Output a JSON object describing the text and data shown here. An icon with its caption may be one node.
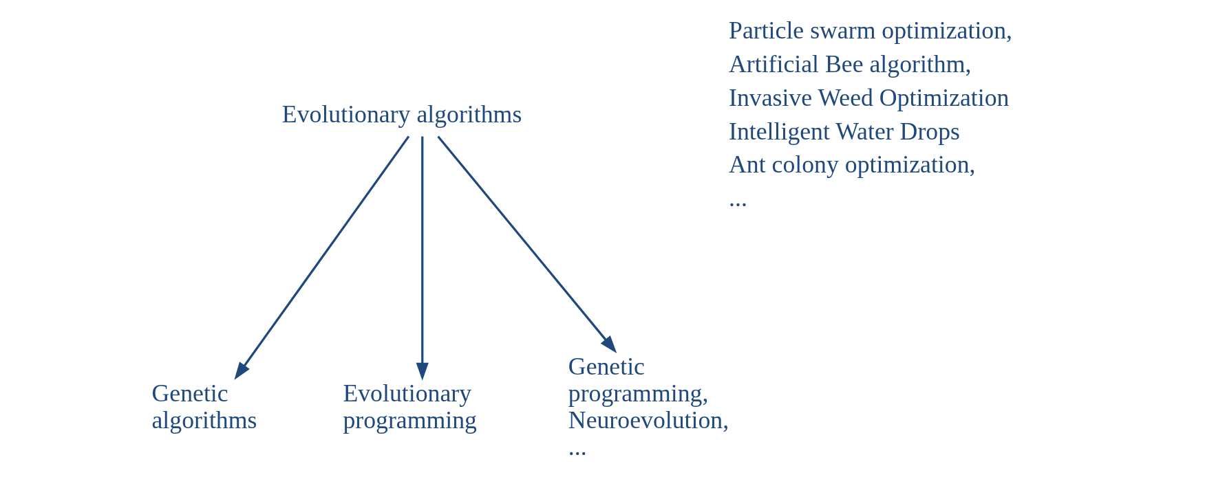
{
  "diagram": {
    "nodes": [
      {
        "text": [
          "Evolutionary algorithms"
        ]
      },
      {
        "text": [
          "Genetic algorithms"
        ]
      },
      {
        "text": [
          "Evolutionary programming"
        ]
      },
      {
        "text": [
          "Genetic programming, Neuroevolution, ..."
        ]
      }
    ],
    "edges": [
      {
        "from": 0,
        "to": 1,
        "arrow": "to"
      },
      {
        "from": 0,
        "to": 2,
        "arrow": "to"
      },
      {
        "from": 0,
        "to": 3,
        "arrow": "to"
      }
    ],
    "labels": [
      "Particle swarm optimization,",
      "Artificial Bee algorithm,",
      "Invasive Weed Optimization",
      "Intelligent Water Drops",
      "Ant colony optimization,",
      "..."
    ]
  }
}
